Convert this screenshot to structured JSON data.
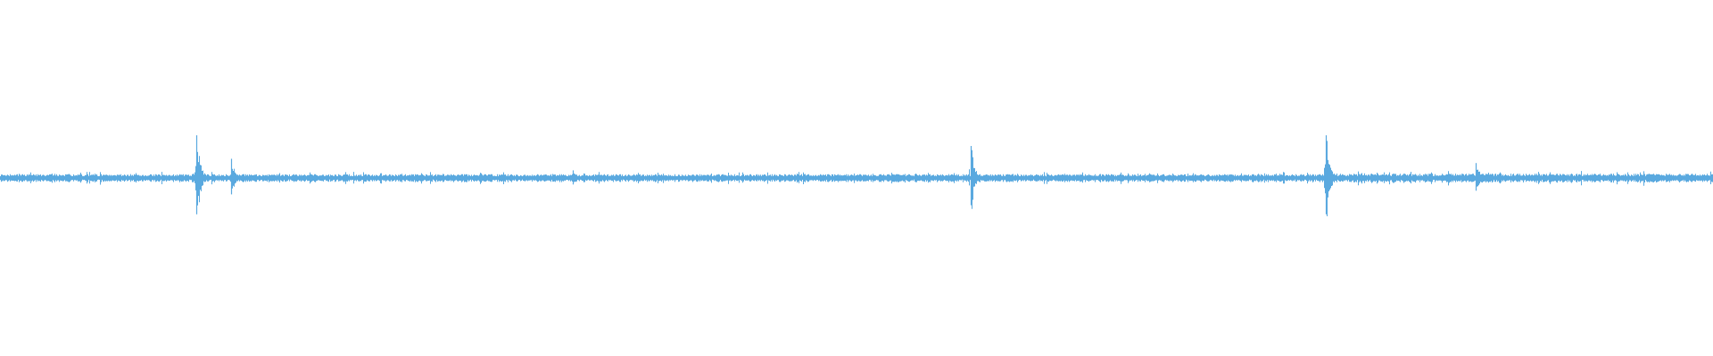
{
  "waveform": {
    "color": "#5aa9df",
    "background": "#ffffff",
    "peak_amplitude_fraction": 1.0,
    "baseline_amplitude_fraction": 0.09,
    "transients": [
      {
        "position_fraction": 0.1148,
        "amplitude_fraction": 1.0
      },
      {
        "position_fraction": 0.135,
        "amplitude_fraction": 0.45
      },
      {
        "position_fraction": 0.3342,
        "amplitude_fraction": 0.18
      },
      {
        "position_fraction": 0.5669,
        "amplitude_fraction": 0.75
      },
      {
        "position_fraction": 0.7742,
        "amplitude_fraction": 1.0
      },
      {
        "position_fraction": 0.8617,
        "amplitude_fraction": 0.35
      }
    ]
  }
}
